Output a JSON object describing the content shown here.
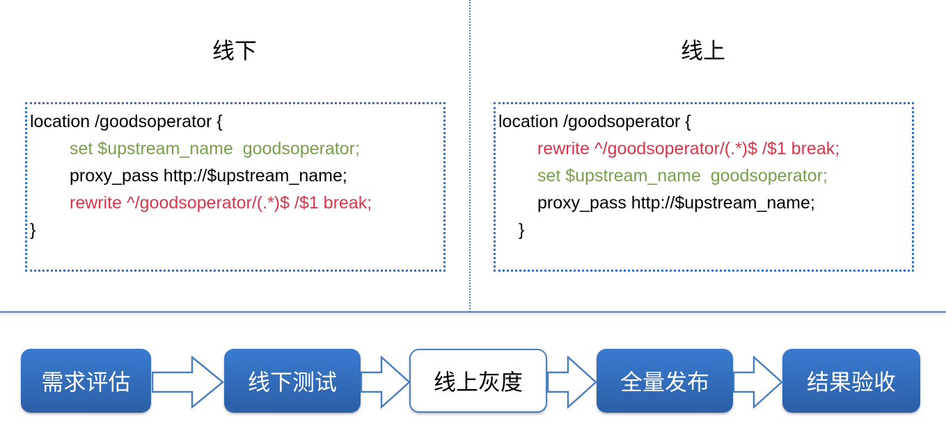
{
  "offline": {
    "title": "线下",
    "code": [
      "location /goodsoperator {",
      "set $upstream_name  goodsoperator;",
      "proxy_pass http://$upstream_name;",
      "rewrite ^/goodsoperator/(.*)$ /$1 break;",
      "}"
    ]
  },
  "online": {
    "title": "线上",
    "code": [
      "location /goodsoperator {",
      "rewrite ^/goodsoperator/(.*)$ /$1 break;",
      "set $upstream_name  goodsoperator;",
      "proxy_pass http://$upstream_name;",
      "}"
    ]
  },
  "flow": [
    "需求评估",
    "线下测试",
    "线上灰度",
    "全量发布",
    "结果验收"
  ],
  "colors": {
    "accent": "#4a7ebf",
    "green": "#76a04a",
    "red": "#d9364a"
  }
}
